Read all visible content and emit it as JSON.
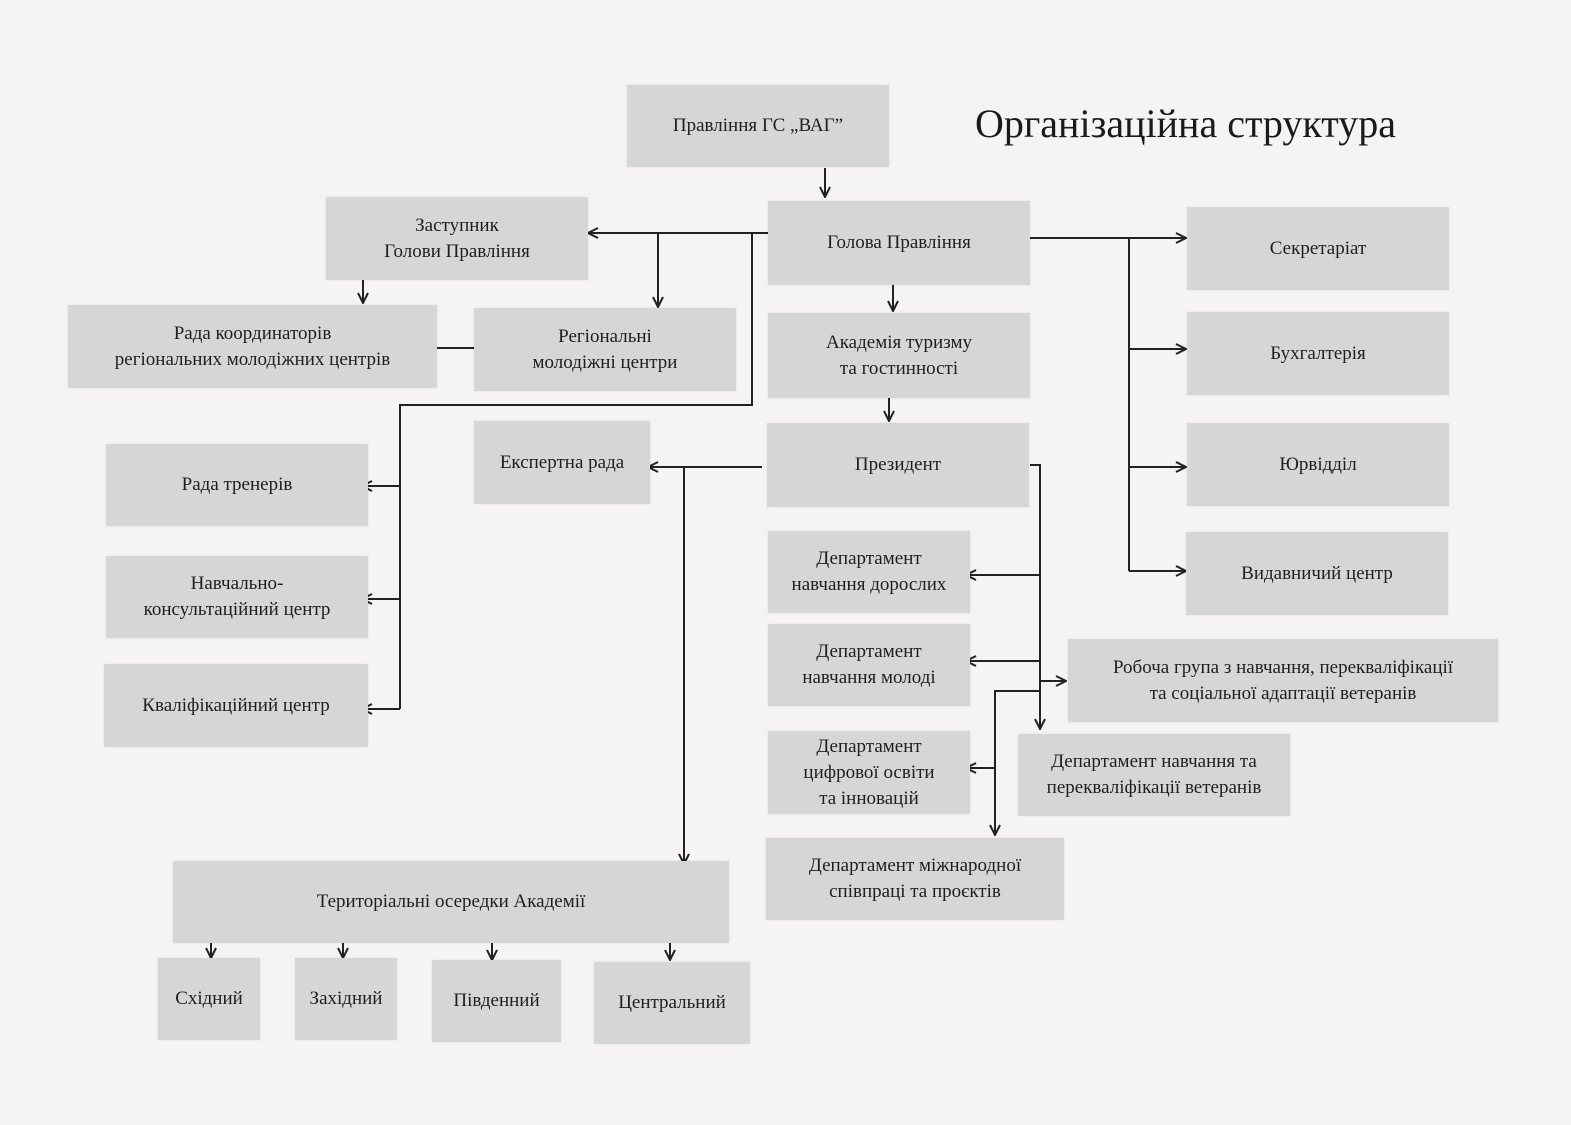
{
  "title": "Організаційна структура",
  "nodes": {
    "pravlinnia": "Правління ГС „ВАГ”",
    "holova": "Голова Правління",
    "zastupnyk": "Заступник\nГолови Правління",
    "rada_koord": "Рада координаторів\nрегіональних молодіжних центрів",
    "regionalni": "Регіональні\nмолодіжні центри",
    "akademiia": "Академія туризму\nта гостинності",
    "prezydent": "Президент",
    "ekspertna": "Експертна рада",
    "rada_treneriv": "Рада тренерів",
    "navch_konsult": "Навчально-\nконсультаційний центр",
    "kvalif": "Кваліфікаційний центр",
    "sekretariat": "Секретаріат",
    "bukhgalteria": "Бухгалтерія",
    "yurviddil": "Юрвідділ",
    "vydavnychyi": "Видавничий центр",
    "dep_doroslykh": "Департамент\nнавчання дорослих",
    "dep_molodi": "Департамент\nнавчання молоді",
    "robocha": "Робоча група з навчання, перекваліфікації\nта соціальної адаптації ветеранів",
    "dep_tsyfrovoi": "Департамент\nцифрової освіти\nта інновацій",
    "dep_veteraniv": "Департамент навчання та\nперекваліфікації ветеранів",
    "dep_mizhnar": "Департамент міжнародної\nспівпраці та проєктів",
    "terytorialni": "Територіальні осередки Академії",
    "skhidnyi": "Східний",
    "zakhidnyi": "Західний",
    "pivdennyi": "Південний",
    "tsentralnyi": "Центральний"
  }
}
